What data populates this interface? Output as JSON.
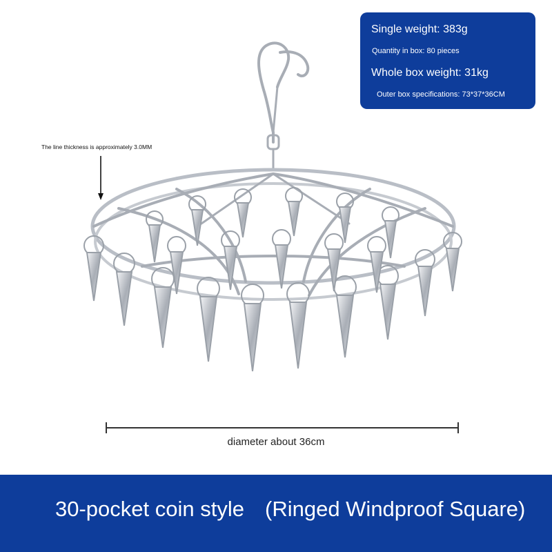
{
  "spec_card": {
    "single_weight": "Single weight: 383g",
    "quantity": "Quantity in box: 80 pieces",
    "box_weight": "Whole box weight: 31kg",
    "box_specs": "Outer box specifications: 73*37*36CM"
  },
  "thickness_note": "The line thickness is approximately 3.0MM",
  "diameter_label": "diameter about 36cm",
  "footer": {
    "style_name": "30-pocket coin style",
    "variant": "(Ringed Windproof Square)"
  },
  "colors": {
    "banner_blue": "#0e3d9b",
    "metal_silver": "#b9bec6",
    "text_white": "#ffffff"
  },
  "icons": {
    "arrow": "down-arrow-icon",
    "hanger": "clothes-hanger-icon"
  }
}
